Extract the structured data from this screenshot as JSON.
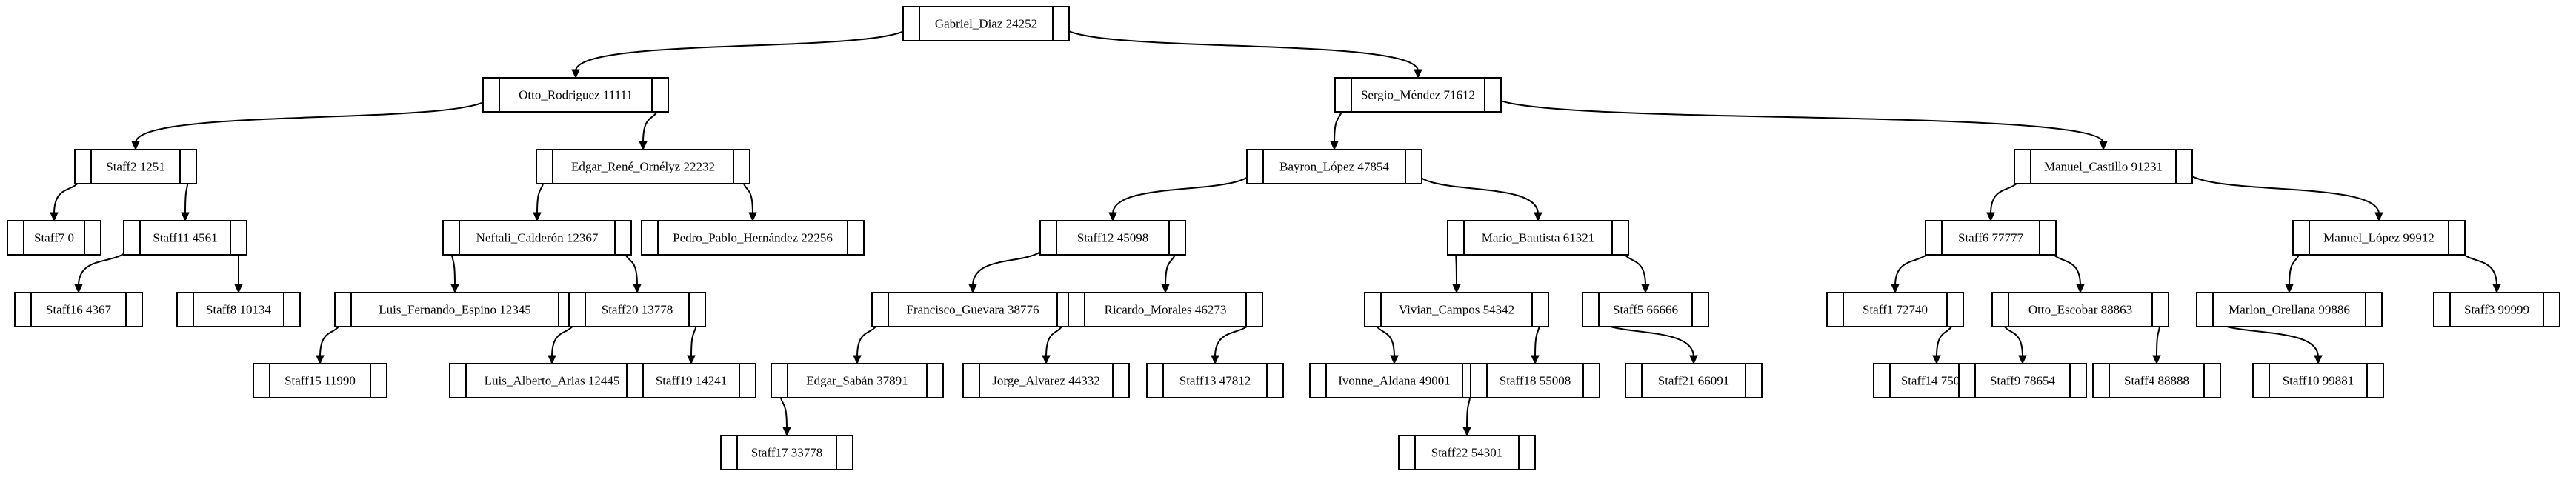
{
  "diagram": {
    "type": "binary-tree",
    "style": {
      "line_color": "#000000",
      "node_fill": "#ffffff"
    },
    "nodes": [
      {
        "id": "n1",
        "label": "Gabriel_Diaz 24252"
      },
      {
        "id": "n2",
        "label": "Otto_Rodriguez 11111"
      },
      {
        "id": "n3",
        "label": "Sergio_Méndez 71612"
      },
      {
        "id": "n4",
        "label": "Staff2 1251"
      },
      {
        "id": "n5",
        "label": "Edgar_René_Ornélyz 22232"
      },
      {
        "id": "n6",
        "label": "Bayron_López 47854"
      },
      {
        "id": "n7",
        "label": "Manuel_Castillo 91231"
      },
      {
        "id": "n8",
        "label": "Staff7 0"
      },
      {
        "id": "n9",
        "label": "Staff11 4561"
      },
      {
        "id": "n10",
        "label": "Neftali_Calderón 12367"
      },
      {
        "id": "n11",
        "label": "Pedro_Pablo_Hernández 22256"
      },
      {
        "id": "n12",
        "label": "Staff12 45098"
      },
      {
        "id": "n13",
        "label": "Mario_Bautista 61321"
      },
      {
        "id": "n14",
        "label": "Staff6 77777"
      },
      {
        "id": "n15",
        "label": "Manuel_López 99912"
      },
      {
        "id": "n16",
        "label": "Staff16 4367"
      },
      {
        "id": "n17",
        "label": "Staff8 10134"
      },
      {
        "id": "n18",
        "label": "Luis_Fernando_Espino 12345"
      },
      {
        "id": "n19",
        "label": "Staff20 13778"
      },
      {
        "id": "n20",
        "label": "Francisco_Guevara 38776"
      },
      {
        "id": "n21",
        "label": "Ricardo_Morales 46273"
      },
      {
        "id": "n22",
        "label": "Vivian_Campos 54342"
      },
      {
        "id": "n23",
        "label": "Staff5 66666"
      },
      {
        "id": "n24",
        "label": "Staff1 72740"
      },
      {
        "id": "n25",
        "label": "Otto_Escobar 88863"
      },
      {
        "id": "n26",
        "label": "Marlon_Orellana 99886"
      },
      {
        "id": "n27",
        "label": "Staff3 99999"
      },
      {
        "id": "n28",
        "label": "Staff15 11990"
      },
      {
        "id": "n29",
        "label": "Luis_Alberto_Arias 12445"
      },
      {
        "id": "n30",
        "label": "Staff19 14241"
      },
      {
        "id": "n31",
        "label": "Edgar_Sabán 37891"
      },
      {
        "id": "n32",
        "label": "Jorge_Alvarez 44332"
      },
      {
        "id": "n33",
        "label": "Staff13 47812"
      },
      {
        "id": "n34",
        "label": "Ivonne_Aldana 49001"
      },
      {
        "id": "n35",
        "label": "Staff18 55008"
      },
      {
        "id": "n36",
        "label": "Staff21 66091"
      },
      {
        "id": "n37",
        "label": "Staff14 75001"
      },
      {
        "id": "n38",
        "label": "Staff9 78654"
      },
      {
        "id": "n39",
        "label": "Staff4 88888"
      },
      {
        "id": "n40",
        "label": "Staff10 99881"
      },
      {
        "id": "n41",
        "label": "Staff17 33778"
      },
      {
        "id": "n42",
        "label": "Staff22 54301"
      }
    ],
    "edges": [
      {
        "from": "n1",
        "to": "n2",
        "side": "left"
      },
      {
        "from": "n1",
        "to": "n3",
        "side": "right"
      },
      {
        "from": "n2",
        "to": "n4",
        "side": "left"
      },
      {
        "from": "n2",
        "to": "n5",
        "side": "right"
      },
      {
        "from": "n3",
        "to": "n6",
        "side": "left"
      },
      {
        "from": "n3",
        "to": "n7",
        "side": "right"
      },
      {
        "from": "n4",
        "to": "n8",
        "side": "left"
      },
      {
        "from": "n4",
        "to": "n9",
        "side": "right"
      },
      {
        "from": "n5",
        "to": "n10",
        "side": "left"
      },
      {
        "from": "n5",
        "to": "n11",
        "side": "right"
      },
      {
        "from": "n6",
        "to": "n12",
        "side": "left"
      },
      {
        "from": "n6",
        "to": "n13",
        "side": "right"
      },
      {
        "from": "n7",
        "to": "n14",
        "side": "left"
      },
      {
        "from": "n7",
        "to": "n15",
        "side": "right"
      },
      {
        "from": "n9",
        "to": "n16",
        "side": "left"
      },
      {
        "from": "n9",
        "to": "n17",
        "side": "right"
      },
      {
        "from": "n10",
        "to": "n18",
        "side": "left"
      },
      {
        "from": "n10",
        "to": "n19",
        "side": "right"
      },
      {
        "from": "n12",
        "to": "n20",
        "side": "left"
      },
      {
        "from": "n12",
        "to": "n21",
        "side": "right"
      },
      {
        "from": "n13",
        "to": "n22",
        "side": "left"
      },
      {
        "from": "n13",
        "to": "n23",
        "side": "right"
      },
      {
        "from": "n14",
        "to": "n24",
        "side": "left"
      },
      {
        "from": "n14",
        "to": "n25",
        "side": "right"
      },
      {
        "from": "n15",
        "to": "n26",
        "side": "left"
      },
      {
        "from": "n15",
        "to": "n27",
        "side": "right"
      },
      {
        "from": "n18",
        "to": "n28",
        "side": "left"
      },
      {
        "from": "n19",
        "to": "n29",
        "side": "left"
      },
      {
        "from": "n19",
        "to": "n30",
        "side": "right"
      },
      {
        "from": "n20",
        "to": "n31",
        "side": "left"
      },
      {
        "from": "n20",
        "to": "n32",
        "side": "right"
      },
      {
        "from": "n21",
        "to": "n33",
        "side": "right"
      },
      {
        "from": "n22",
        "to": "n34",
        "side": "left"
      },
      {
        "from": "n22",
        "to": "n35",
        "side": "right"
      },
      {
        "from": "n23",
        "to": "n36",
        "side": "left"
      },
      {
        "from": "n24",
        "to": "n37",
        "side": "right"
      },
      {
        "from": "n25",
        "to": "n38",
        "side": "left"
      },
      {
        "from": "n25",
        "to": "n39",
        "side": "right"
      },
      {
        "from": "n26",
        "to": "n40",
        "side": "left"
      },
      {
        "from": "n31",
        "to": "n41",
        "side": "left"
      },
      {
        "from": "n34",
        "to": "n42",
        "side": "right"
      }
    ]
  }
}
